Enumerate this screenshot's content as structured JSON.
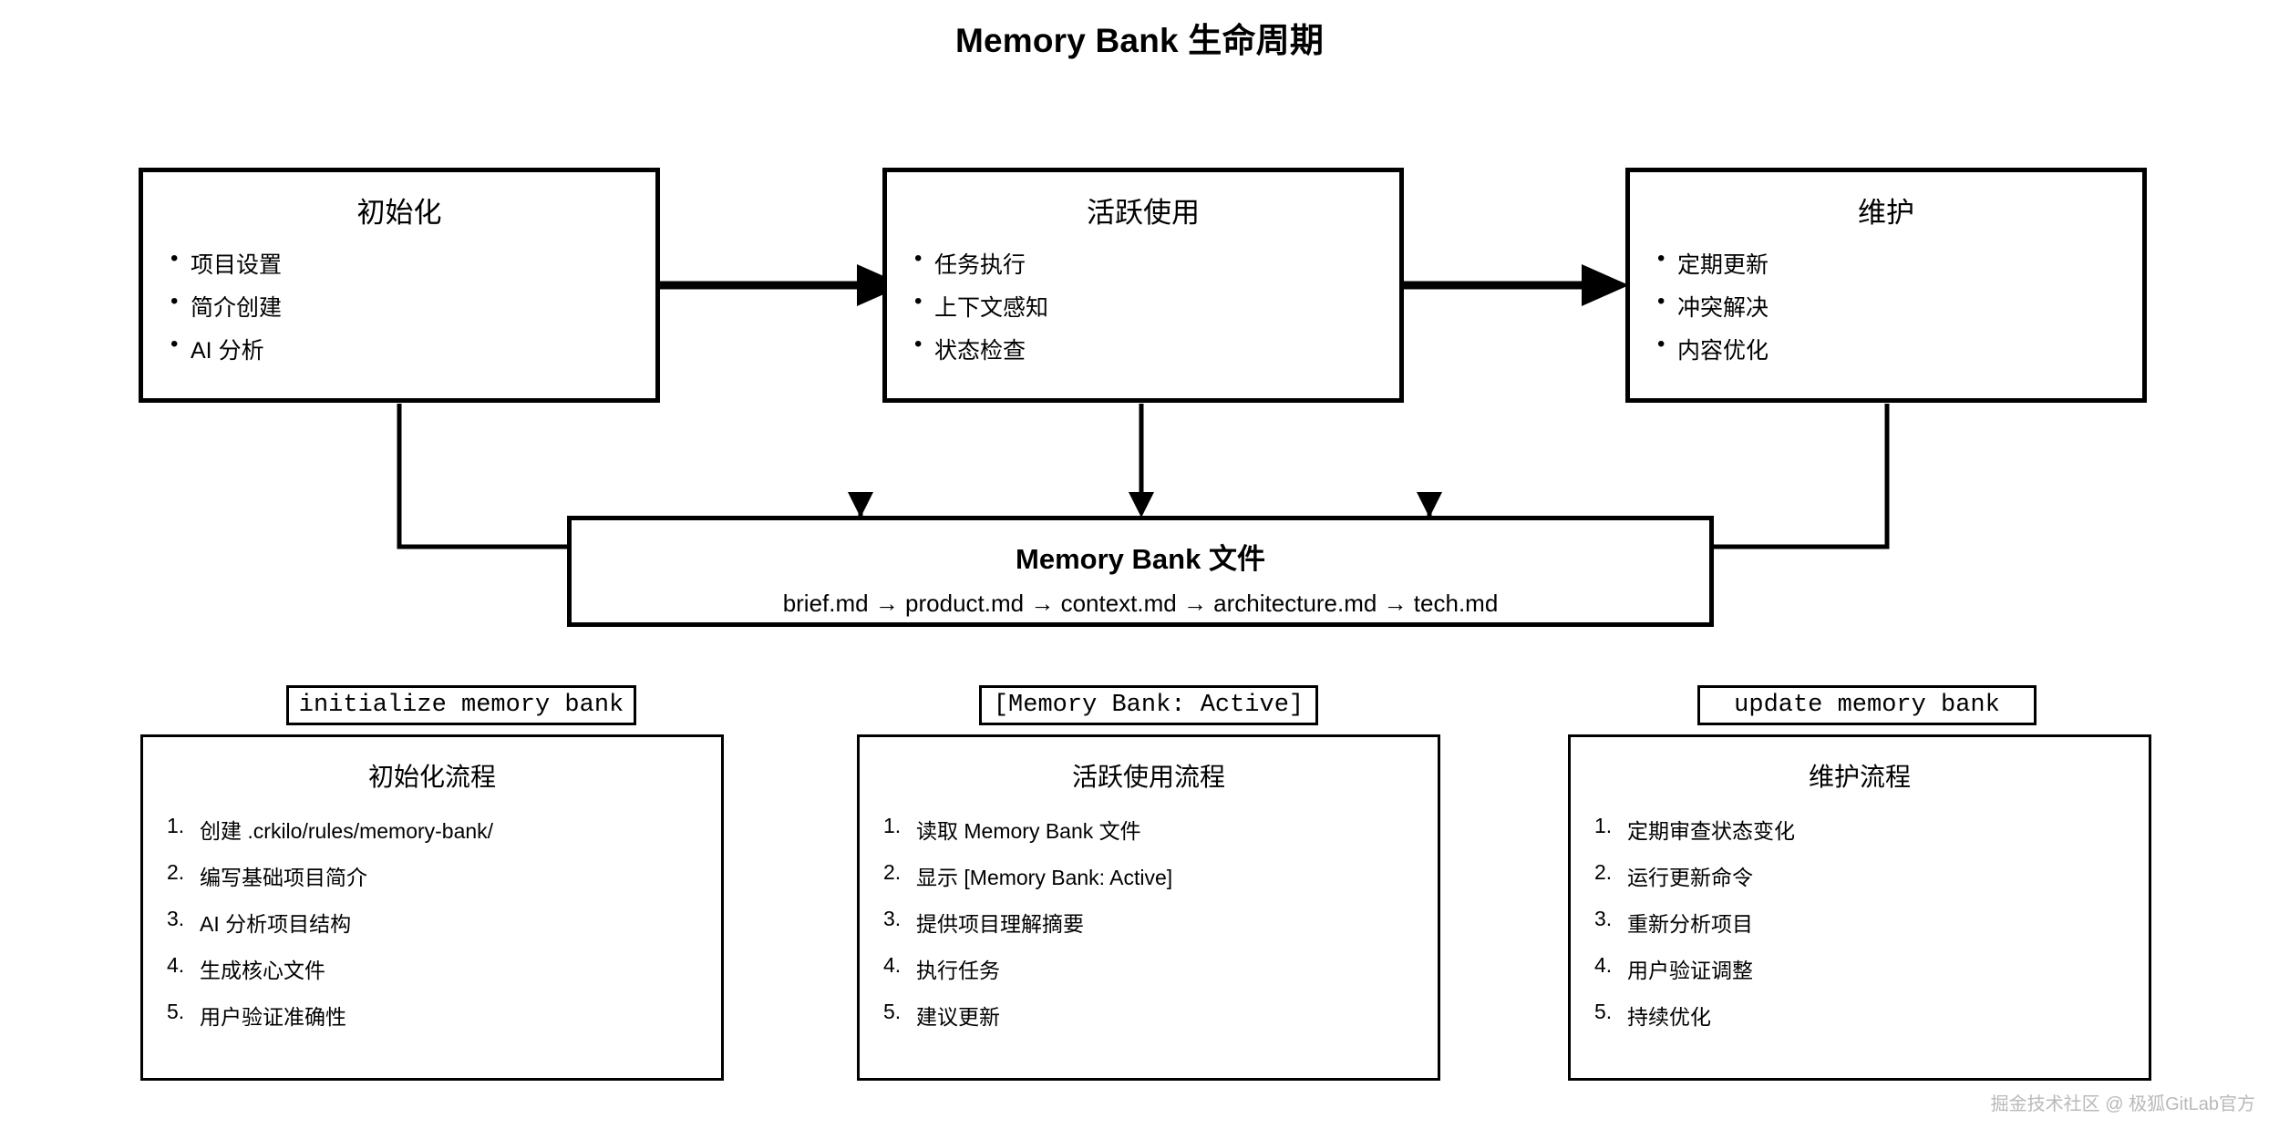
{
  "title": "Memory Bank 生命周期",
  "phases": [
    {
      "name": "初始化",
      "items": [
        "项目设置",
        "简介创建",
        "AI 分析"
      ]
    },
    {
      "name": "活跃使用",
      "items": [
        "任务执行",
        "上下文感知",
        "状态检查"
      ]
    },
    {
      "name": "维护",
      "items": [
        "定期更新",
        "冲突解决",
        "内容优化"
      ]
    }
  ],
  "files_box": {
    "title": "Memory Bank 文件",
    "chain": "brief.md → product.md → context.md → architecture.md → tech.md"
  },
  "commands": [
    "initialize memory bank",
    "[Memory Bank: Active]",
    "update memory bank"
  ],
  "processes": [
    {
      "title": "初始化流程",
      "steps": [
        "创建 .crkilo/rules/memory-bank/",
        "编写基础项目简介",
        "AI 分析项目结构",
        "生成核心文件",
        "用户验证准确性"
      ]
    },
    {
      "title": "活跃使用流程",
      "steps": [
        "读取  Memory Bank 文件",
        "显示 [Memory Bank: Active]",
        "提供项目理解摘要",
        "执行任务",
        "建议更新"
      ]
    },
    {
      "title": "维护流程",
      "steps": [
        "定期审查状态变化",
        "运行更新命令",
        "重新分析项目",
        "用户验证调整",
        "持续优化"
      ]
    }
  ],
  "watermark": "掘金技术社区 @ 极狐GitLab官方",
  "colors": {
    "stroke": "#000000",
    "background": "#ffffff",
    "watermark": "#b9b9b9"
  }
}
